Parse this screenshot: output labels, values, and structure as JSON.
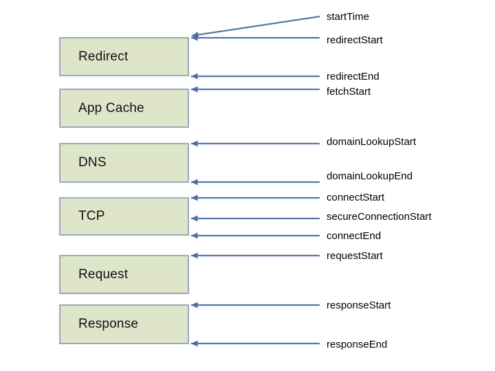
{
  "diagram": {
    "boxes": [
      {
        "label": "Redirect"
      },
      {
        "label": "App Cache"
      },
      {
        "label": "DNS"
      },
      {
        "label": "TCP"
      },
      {
        "label": "Request"
      },
      {
        "label": "Response"
      }
    ],
    "events": [
      {
        "label": "startTime",
        "attaches_to": "Redirect-top"
      },
      {
        "label": "redirectStart",
        "attaches_to": "Redirect-top"
      },
      {
        "label": "redirectEnd",
        "attaches_to": "Redirect-bottom"
      },
      {
        "label": "fetchStart",
        "attaches_to": "App Cache-top"
      },
      {
        "label": "domainLookupStart",
        "attaches_to": "DNS-top"
      },
      {
        "label": "domainLookupEnd",
        "attaches_to": "DNS-bottom"
      },
      {
        "label": "connectStart",
        "attaches_to": "TCP-top"
      },
      {
        "label": "secureConnectionStart",
        "attaches_to": "TCP-middle"
      },
      {
        "label": "connectEnd",
        "attaches_to": "TCP-bottom"
      },
      {
        "label": "requestStart",
        "attaches_to": "Request-top"
      },
      {
        "label": "responseStart",
        "attaches_to": "Response-top"
      },
      {
        "label": "responseEnd",
        "attaches_to": "Response-bottom"
      }
    ],
    "colors": {
      "box_fill": "#dee5c8",
      "box_border": "#96abbe",
      "arrow": "#5577aa",
      "text": "#000000",
      "background": "#ffffff"
    }
  }
}
